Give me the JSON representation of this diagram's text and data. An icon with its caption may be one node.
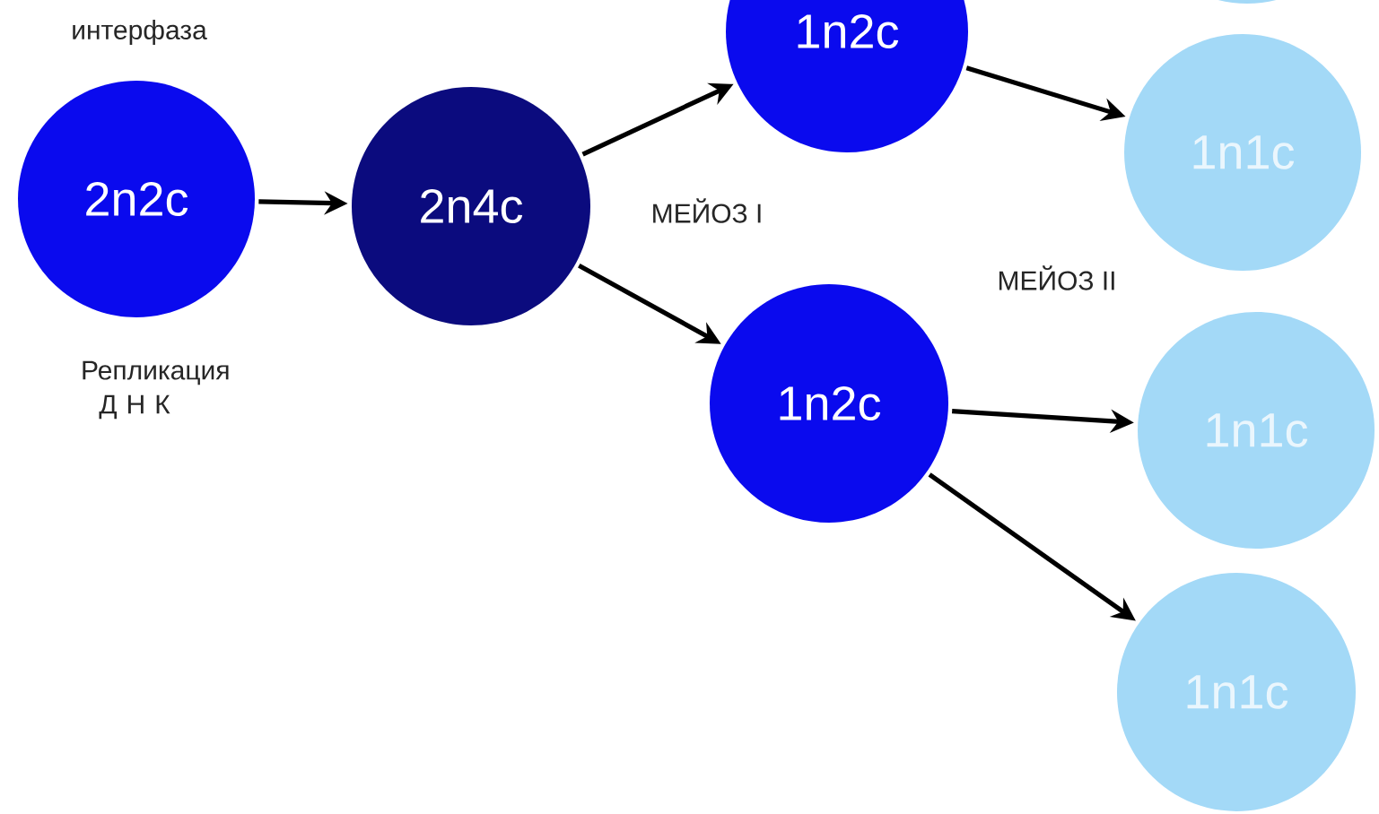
{
  "diagram": {
    "nodes": [
      {
        "text": [
          "2n2c"
        ]
      },
      {
        "text": [
          "2n4c"
        ]
      },
      {
        "text": [
          "1n2c"
        ]
      },
      {
        "text": [
          "1n2c"
        ]
      },
      {
        "text": [],
        "shape": "circle"
      },
      {
        "text": [
          "1n1c"
        ]
      },
      {
        "text": [
          "1n1c"
        ]
      },
      {
        "text": [
          "1n1c"
        ]
      }
    ],
    "edges": [
      {
        "from": 0,
        "to": 1,
        "arrow": "to"
      },
      {
        "from": 1,
        "to": 2,
        "arrow": "to"
      },
      {
        "from": 1,
        "to": 3,
        "arrow": "to"
      },
      {
        "from": 2,
        "to": 5,
        "arrow": "to"
      },
      {
        "from": 3,
        "to": 6,
        "arrow": "to"
      },
      {
        "from": 3,
        "to": 7,
        "arrow": "to"
      }
    ],
    "labels": [
      "интерфаза",
      "Репликация Д Н К",
      "МЕЙОЗ I",
      "МЕЙОЗ II"
    ]
  }
}
